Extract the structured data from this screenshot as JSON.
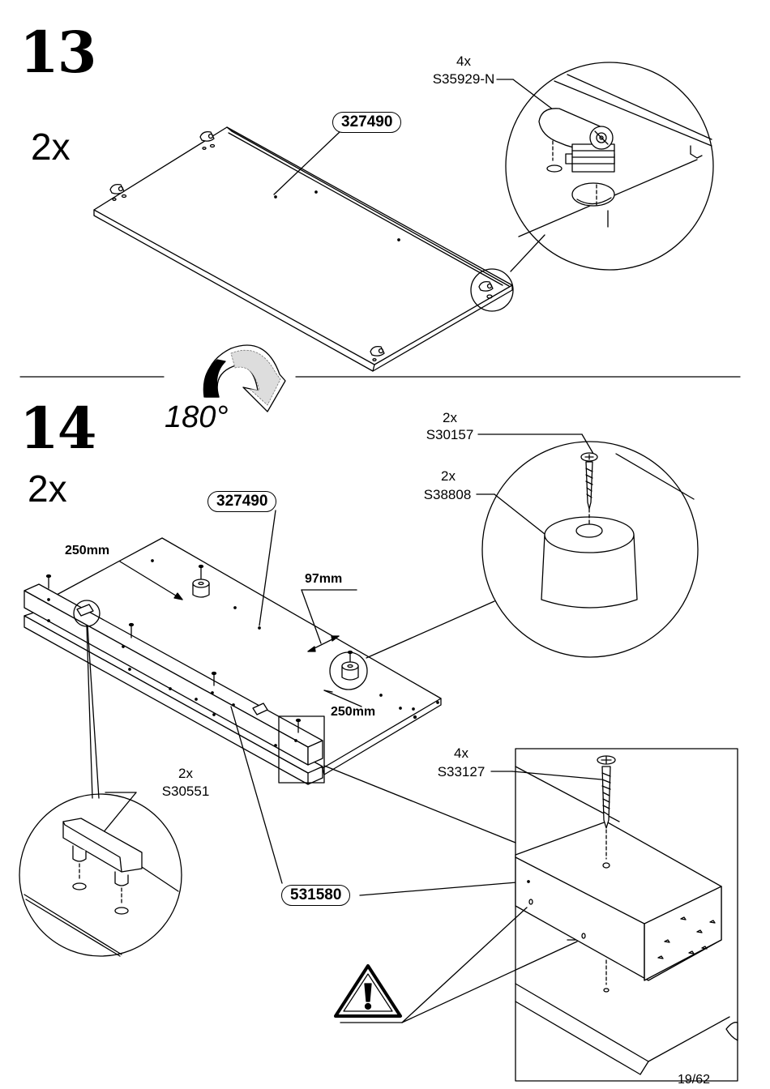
{
  "step13": {
    "number": "13",
    "quantity": "2x",
    "panel_part": "327490",
    "fitting_qty": "4x",
    "fitting_code": "S35929-N",
    "rotation": "180°"
  },
  "step14": {
    "number": "14",
    "quantity": "2x",
    "panel_part": "327490",
    "beam_part": "531580",
    "screw_qty": "2x",
    "screw_code": "S30157",
    "foot_qty": "2x",
    "foot_code": "S38808",
    "dowel_qty": "2x",
    "dowel_code": "S30551",
    "long_screw_qty": "4x",
    "long_screw_code": "S33127",
    "dim_left": "250mm",
    "dim_edge": "97mm",
    "dim_right": "250mm",
    "warning_icon": "warning-triangle-icon"
  },
  "footer": {
    "page": "19/62"
  }
}
